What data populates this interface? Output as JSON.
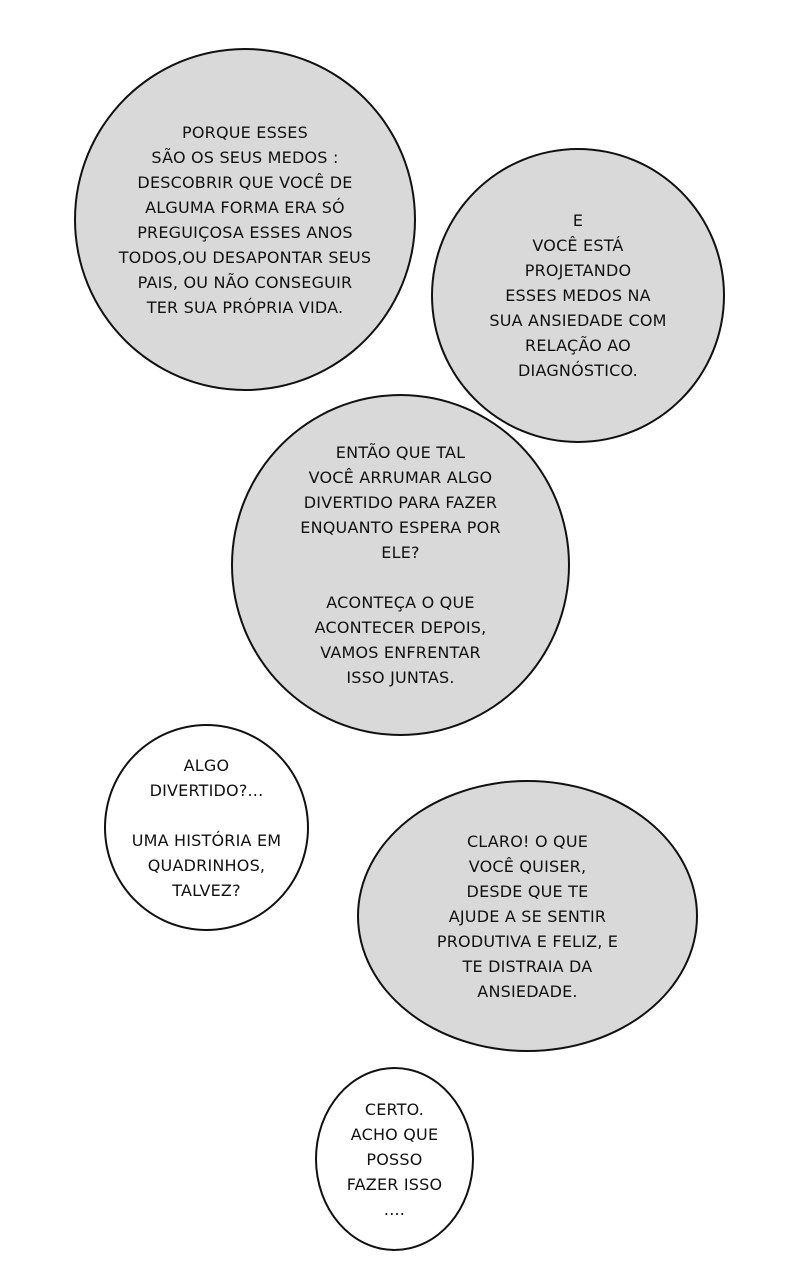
{
  "bubbles": [
    {
      "text": "PORQUE ESSES\nSÃO OS SEUS MEDOS :\nDESCOBRIR QUE VOCÊ DE\nALGUMA FORMA ERA SÓ\nPREGUIÇOSA ESSES ANOS\nTODOS,OU DESAPONTAR SEUS\nPAIS, OU NÃO CONSEGUIR\nTER SUA PRÓPRIA VIDA.",
      "fill": "#d9d9d9"
    },
    {
      "text": "E\nVOCÊ ESTÁ\nPROJETANDO\nESSES MEDOS NA\nSUA ANSIEDADE COM\nRELAÇÃO AO\nDIAGNÓSTICO.",
      "fill": "#d9d9d9"
    },
    {
      "text": "ENTÃO QUE TAL\nVOCÊ ARRUMAR ALGO\nDIVERTIDO PARA FAZER\nENQUANTO ESPERA POR\nELE?\n\nACONTEÇA O QUE\nACONTECER DEPOIS,\nVAMOS ENFRENTAR\nISSO JUNTAS.",
      "fill": "#d9d9d9"
    },
    {
      "text": "ALGO\nDIVERTIDO?...\n\nUMA HISTÓRIA EM\nQUADRINHOS,\nTALVEZ?",
      "fill": "#ffffff"
    },
    {
      "text": "CLARO! O QUE\nVOCÊ QUISER,\nDESDE QUE TE\nAJUDE A SE SENTIR\nPRODUTIVA E FELIZ, E\nTE DISTRAIA DA\nANSIEDADE.",
      "fill": "#d9d9d9"
    },
    {
      "text": "CERTO.\nACHO QUE\nPOSSO\nFAZER ISSO\n....",
      "fill": "#ffffff"
    }
  ]
}
